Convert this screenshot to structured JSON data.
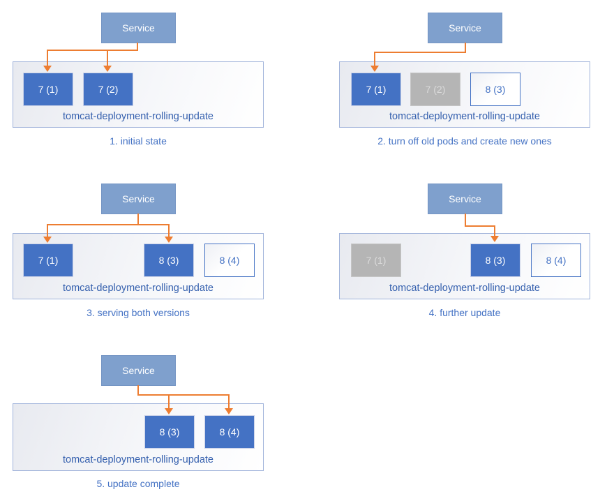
{
  "colors": {
    "service_fill": "#7FA0CD",
    "service_border": "#7495C4",
    "pod_active_fill": "#4472C4",
    "pod_terminated_fill": "#B5B5B5",
    "pod_terminated_text": "#DBDBDB",
    "pod_new_border": "#4472C4",
    "pod_new_text": "#4472C4",
    "arrow": "#ED7D31",
    "caption_text": "#4472C4",
    "deployment_label_text": "#3560AE",
    "container_border": "#9FB2DA"
  },
  "panels": [
    {
      "caption": "1. initial state",
      "service_label": "Service",
      "deployment_label": "tomcat-deployment-rolling-update",
      "pods": [
        {
          "label": "7 (1)",
          "state": "active"
        },
        {
          "label": "7 (2)",
          "state": "active"
        }
      ]
    },
    {
      "caption": "2. turn off old pods and create new ones",
      "service_label": "Service",
      "deployment_label": "tomcat-deployment-rolling-update",
      "pods": [
        {
          "label": "7 (1)",
          "state": "active"
        },
        {
          "label": "7 (2)",
          "state": "terminated"
        },
        {
          "label": "8 (3)",
          "state": "new"
        }
      ]
    },
    {
      "caption": "3. serving both versions",
      "service_label": "Service",
      "deployment_label": "tomcat-deployment-rolling-update",
      "pods": [
        {
          "label": "7 (1)",
          "state": "active"
        },
        {
          "label": "8 (3)",
          "state": "active"
        },
        {
          "label": "8 (4)",
          "state": "new"
        }
      ]
    },
    {
      "caption": "4. further update",
      "service_label": "Service",
      "deployment_label": "tomcat-deployment-rolling-update",
      "pods": [
        {
          "label": "7 (1)",
          "state": "terminated"
        },
        {
          "label": "8 (3)",
          "state": "active"
        },
        {
          "label": "8 (4)",
          "state": "new"
        }
      ]
    },
    {
      "caption": "5. update complete",
      "service_label": "Service",
      "deployment_label": "tomcat-deployment-rolling-update",
      "pods": [
        {
          "label": "8 (3)",
          "state": "active"
        },
        {
          "label": "8 (4)",
          "state": "active"
        }
      ]
    }
  ]
}
